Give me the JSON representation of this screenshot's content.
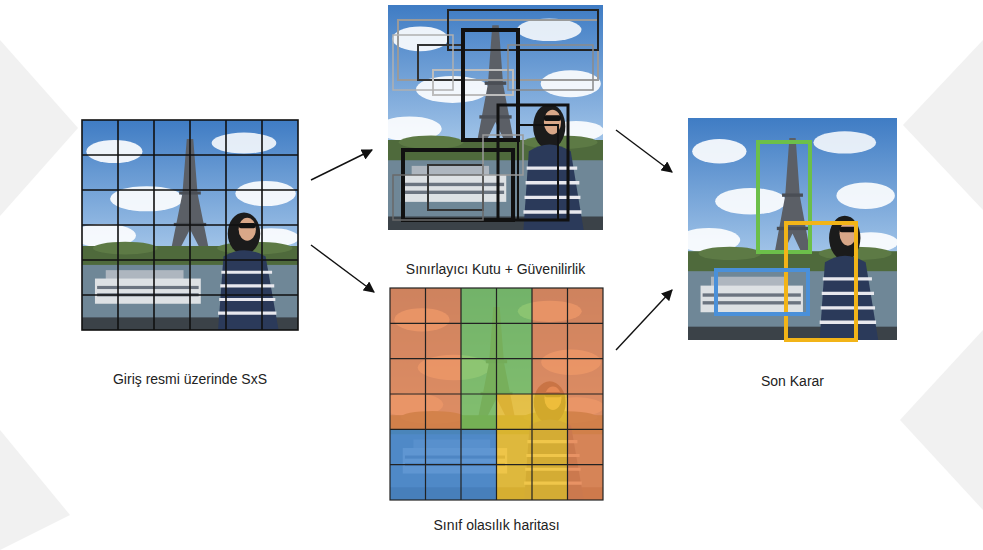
{
  "diagram": {
    "nodes": [
      {
        "text": [
          "Giriş resmi üzerinde SxS"
        ]
      },
      {
        "text": [
          "Sınırlayıcı Kutu + Güvenilirlik"
        ]
      },
      {
        "text": [
          "Sınıf olasılık haritası"
        ]
      },
      {
        "text": [
          "Son Karar"
        ]
      }
    ],
    "edges": [
      {
        "from": 0,
        "to": 1,
        "arrow": "to"
      },
      {
        "from": 0,
        "to": 2,
        "arrow": "to"
      },
      {
        "from": 1,
        "to": 3,
        "arrow": "to"
      },
      {
        "from": 2,
        "to": 3,
        "arrow": "to"
      }
    ]
  }
}
